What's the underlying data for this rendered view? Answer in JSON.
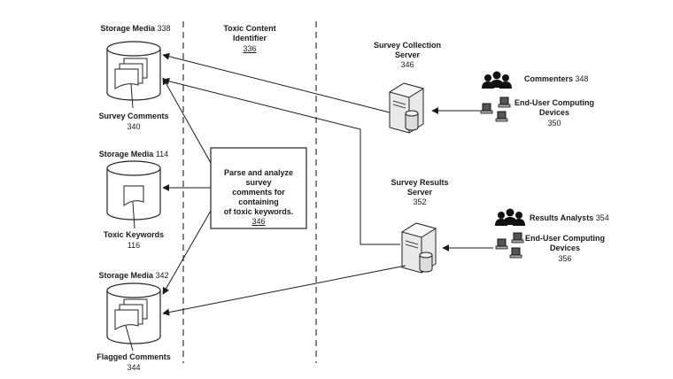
{
  "toxic_content_identifier": {
    "title_line1": "Toxic Content",
    "title_line2": "Identifier",
    "ref": "336"
  },
  "storage_338": {
    "label": "Storage Media",
    "ref": "338",
    "caption": "Survey Comments",
    "caption_ref": "340"
  },
  "storage_114": {
    "label": "Storage Media",
    "ref": "114",
    "caption": "Toxic Keywords",
    "caption_ref": "116"
  },
  "storage_342": {
    "label": "Storage Media",
    "ref": "342",
    "caption": "Flagged Comments",
    "caption_ref": "344"
  },
  "process_box": {
    "line1": "Parse and analyze survey",
    "line2": "comments for containing",
    "line3": "of toxic keywords.",
    "ref": "346"
  },
  "collection_server": {
    "line1": "Survey Collection",
    "line2": "Server",
    "ref": "346"
  },
  "results_server": {
    "line1": "Survey Results",
    "line2": "Server",
    "ref": "352"
  },
  "commenters": {
    "label": "Commenters",
    "ref": "348",
    "devices_line1": "End-User Computing",
    "devices_line2": "Devices",
    "devices_ref": "350"
  },
  "analysts": {
    "label": "Results Analysts",
    "ref": "354",
    "devices_line1": "End-User Computing",
    "devices_line2": "Devices",
    "devices_ref": "356"
  }
}
